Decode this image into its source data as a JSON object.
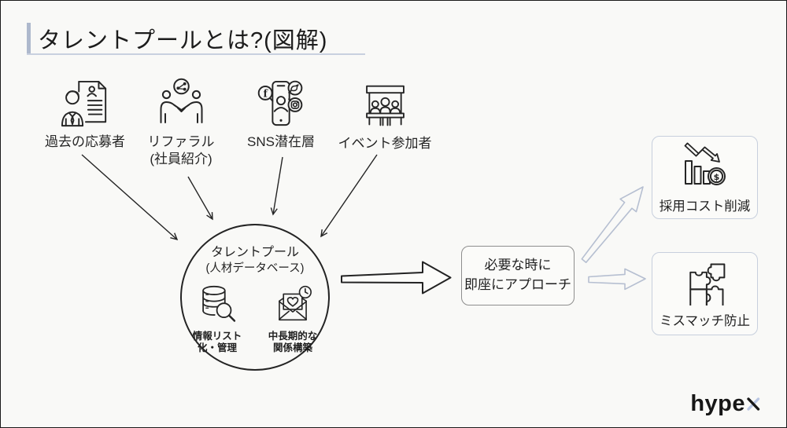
{
  "slide": {
    "title": "タレントプールとは?(図解)",
    "background_color": "#f9f9f7",
    "accent_bar_color": "#aeb9cd",
    "underline_color": "#c8d0df",
    "line_color": "#242424",
    "soft_arrow_color": "#b6bfd1",
    "soft_border_color": "#c7cfdd"
  },
  "sources": [
    {
      "label": "過去の応募者",
      "icon": "person-resume-icon"
    },
    {
      "label": "リファラル",
      "label2": "(社員紹介)",
      "icon": "handshake-share-icon"
    },
    {
      "label": "SNS潜在層",
      "icon": "smartphone-sns-icon"
    },
    {
      "label": "イベント参加者",
      "icon": "event-booth-icon"
    }
  ],
  "pool": {
    "title": "タレントプール",
    "subtitle": "(人材データベース)",
    "features": [
      {
        "line1": "情報リスト",
        "line2": "化・管理",
        "icon": "database-search-icon"
      },
      {
        "line1": "中長期的な",
        "line2": "関係構築",
        "icon": "mail-heart-clock-icon"
      }
    ]
  },
  "approach": {
    "line1": "必要な時に",
    "line2": "即座にアプローチ"
  },
  "benefits": [
    {
      "label": "採用コスト削減",
      "icon": "cost-declining-chart-icon"
    },
    {
      "label": "ミスマッチ防止",
      "icon": "puzzle-pieces-icon"
    }
  ],
  "logo": {
    "text_main": "hype",
    "text_x": "x"
  }
}
